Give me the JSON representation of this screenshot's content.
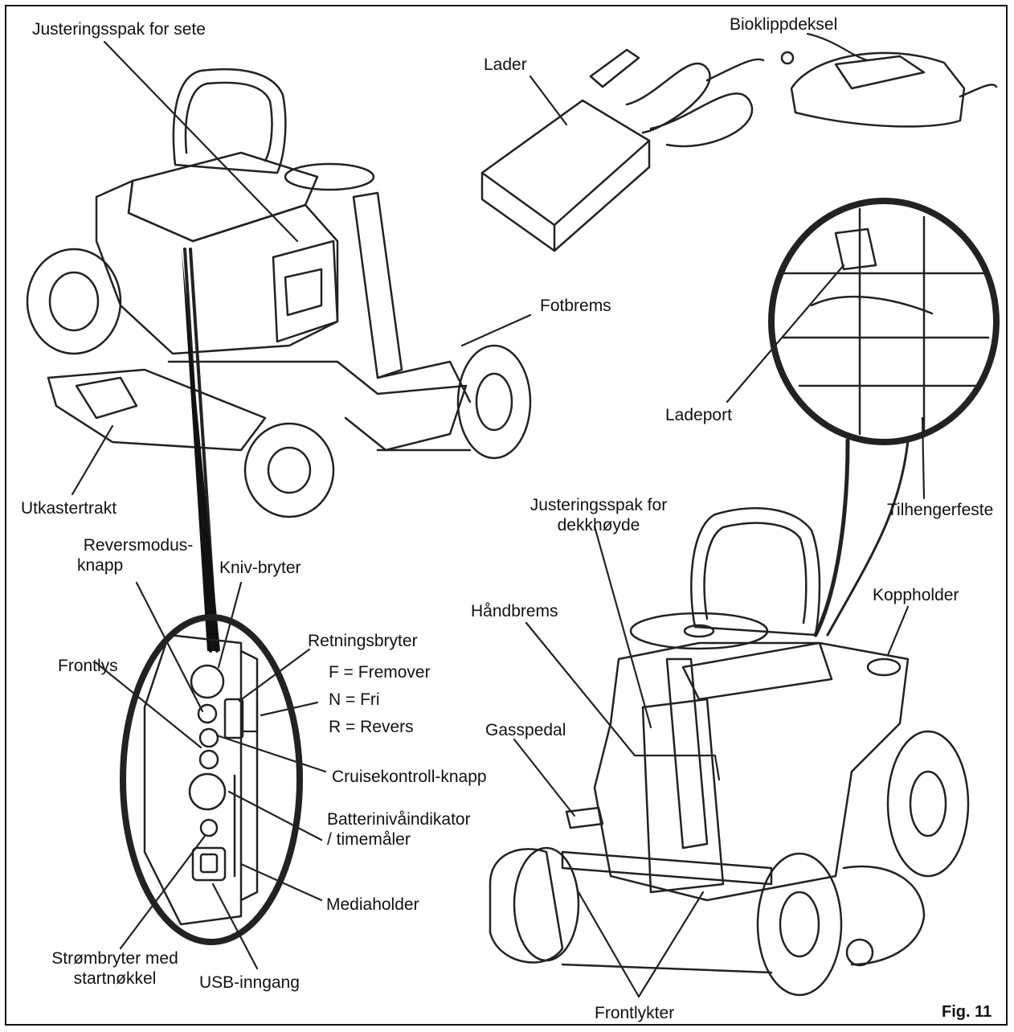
{
  "labels": {
    "seat_lever": "Justeringsspak for sete",
    "charger": "Lader",
    "mulch_cover": "Bioklippdeksel",
    "foot_brake": "Fotbrems",
    "charge_port": "Ladeport",
    "discharge_chute": "Utkastertrakt",
    "reverse_mode_1": "Reversmodus-",
    "reverse_mode_2": "knapp",
    "blade_switch": "Kniv-bryter",
    "direction_switch": "Retningsbryter",
    "dir_forward": "F = Fremover",
    "dir_neutral": "N = Fri",
    "dir_reverse": "R = Revers",
    "headlight_switch": "Frontlys",
    "cruise_button": "Cruisekontroll-knapp",
    "battery_1": "Batterinivåindikator",
    "battery_2": "/ timemåler",
    "media_holder": "Mediaholder",
    "power_switch_1": "Strømbryter med",
    "power_switch_2": "startnøkkel",
    "usb": "USB-inngang",
    "deck_lever_1": "Justeringsspak for",
    "deck_lever_2": "dekkhøyde",
    "trailer_hitch": "Tilhengerfeste",
    "cup_holder": "Koppholder",
    "hand_brake": "Håndbrems",
    "throttle": "Gasspedal",
    "headlights": "Frontlykter",
    "figure": "Fig. 11"
  }
}
